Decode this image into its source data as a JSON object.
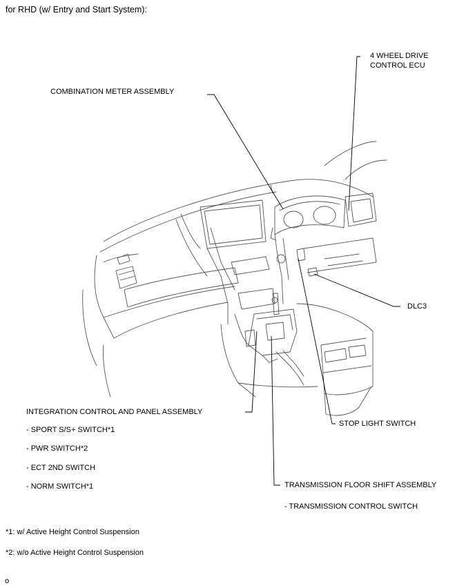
{
  "header": {
    "title": "for RHD (w/ Entry and Start System):"
  },
  "callouts": {
    "four_wd_ecu": [
      "4 WHEEL DRIVE",
      "CONTROL ECU"
    ],
    "combination_meter": "COMBINATION METER ASSEMBLY",
    "dlc3": "DLC3",
    "integration_control": {
      "title": "INTEGRATION CONTROL AND PANEL ASSEMBLY",
      "items": [
        "- SPORT S/S+ SWITCH*1",
        "- PWR SWITCH*2",
        "- ECT 2ND SWITCH",
        "- NORM SWITCH*1"
      ]
    },
    "stop_light_switch": "STOP LIGHT SWITCH",
    "transmission_floor_shift": {
      "title": "TRANSMISSION FLOOR SHIFT ASSEMBLY",
      "items": [
        "- TRANSMISSION CONTROL SWITCH"
      ]
    }
  },
  "footnotes": [
    "*1: w/ Active Height Control Suspension",
    "*2: w/o Active Height Control Suspension"
  ],
  "page_marker": "o",
  "colors": {
    "line": "#000000",
    "outline": "#555555",
    "background": "#ffffff"
  }
}
